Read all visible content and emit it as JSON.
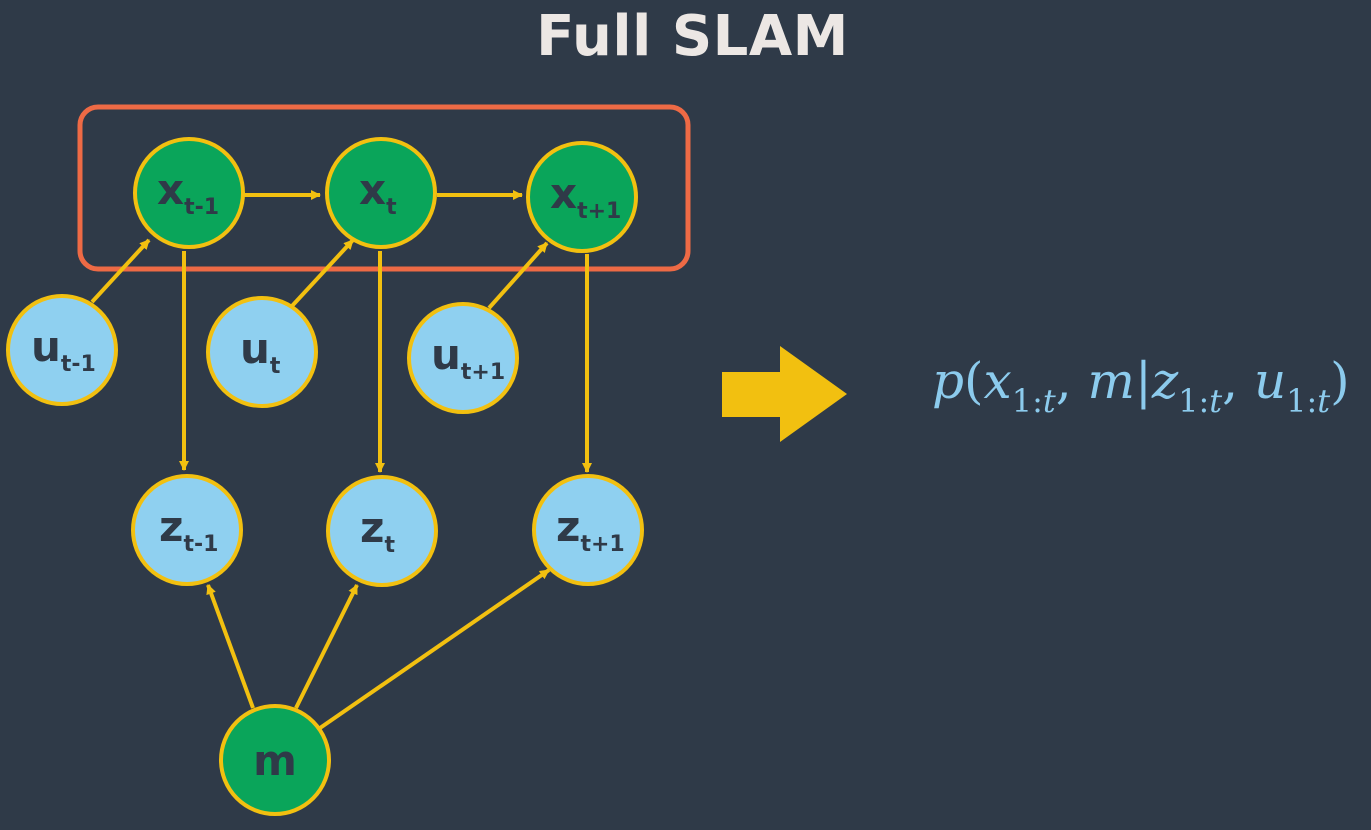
{
  "title": "Full SLAM",
  "nodes": {
    "x_prev": {
      "letter": "x",
      "sub": "t-1"
    },
    "x_t": {
      "letter": "x",
      "sub": "t"
    },
    "x_next": {
      "letter": "x",
      "sub": "t+1"
    },
    "u_prev": {
      "letter": "u",
      "sub": "t-1"
    },
    "u_t": {
      "letter": "u",
      "sub": "t"
    },
    "u_next": {
      "letter": "u",
      "sub": "t+1"
    },
    "z_prev": {
      "letter": "z",
      "sub": "t-1"
    },
    "z_t": {
      "letter": "z",
      "sub": "t"
    },
    "z_next": {
      "letter": "z",
      "sub": "t+1"
    },
    "m": {
      "letter": "m"
    }
  },
  "formula": {
    "p": "p",
    "open": "(",
    "x": "x",
    "x_sub_a": "1:",
    "x_sub_b": "t",
    "sep1": ", ",
    "m": "m",
    "bar": "|",
    "z": "z",
    "z_sub_a": "1:",
    "z_sub_b": "t",
    "sep2": ", ",
    "u": "u",
    "u_sub_a": "1:",
    "u_sub_b": "t",
    "close": ")"
  },
  "colors": {
    "background": "#2f3a48",
    "state_node": "#0aa55a",
    "observation_node": "#8fd0f0",
    "node_outline": "#f2c010",
    "edge": "#f2c010",
    "highlight_box": "#ee6a45",
    "big_arrow": "#f2c010",
    "formula": "#8ccbed",
    "title": "#ece7e4"
  }
}
